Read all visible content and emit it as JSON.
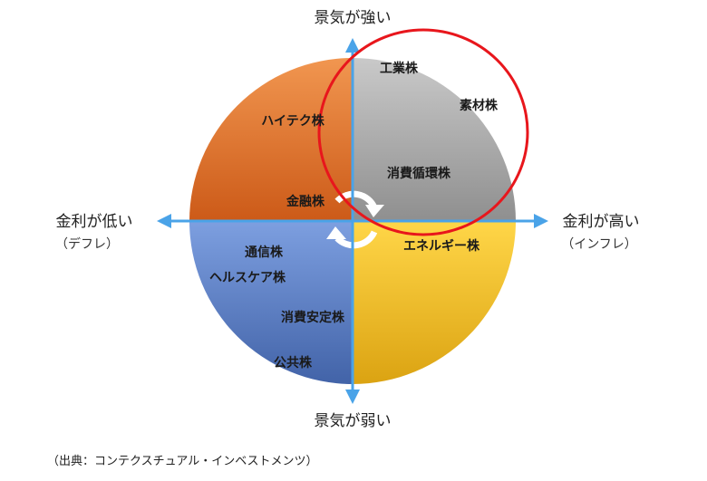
{
  "axes": {
    "top": "景気が強い",
    "bottom": "景気が弱い",
    "left": "金利が低い",
    "left_sub": "（デフレ）",
    "right": "金利が高い",
    "right_sub": "（インフレ）"
  },
  "quadrants": {
    "top_left": {
      "color": "#e2742f",
      "sectors": [
        "ハイテク株",
        "金融株"
      ]
    },
    "top_right": {
      "color": "#a8a8a8",
      "sectors": [
        "工業株",
        "素材株",
        "消費循環株"
      ]
    },
    "bottom_right": {
      "color": "#f5bf22",
      "sectors": [
        "エネルギー株"
      ]
    },
    "bottom_left": {
      "color": "#5e80c6",
      "sectors": [
        "通信株",
        "ヘルスケア株",
        "消費安定株",
        "公共株"
      ]
    }
  },
  "colors": {
    "axis": "#4aa3e8",
    "highlight_circle": "#e8161c",
    "cycle_arrows": "#ffffff"
  },
  "source": "（出典：コンテクスチュアル・インベストメンツ）"
}
